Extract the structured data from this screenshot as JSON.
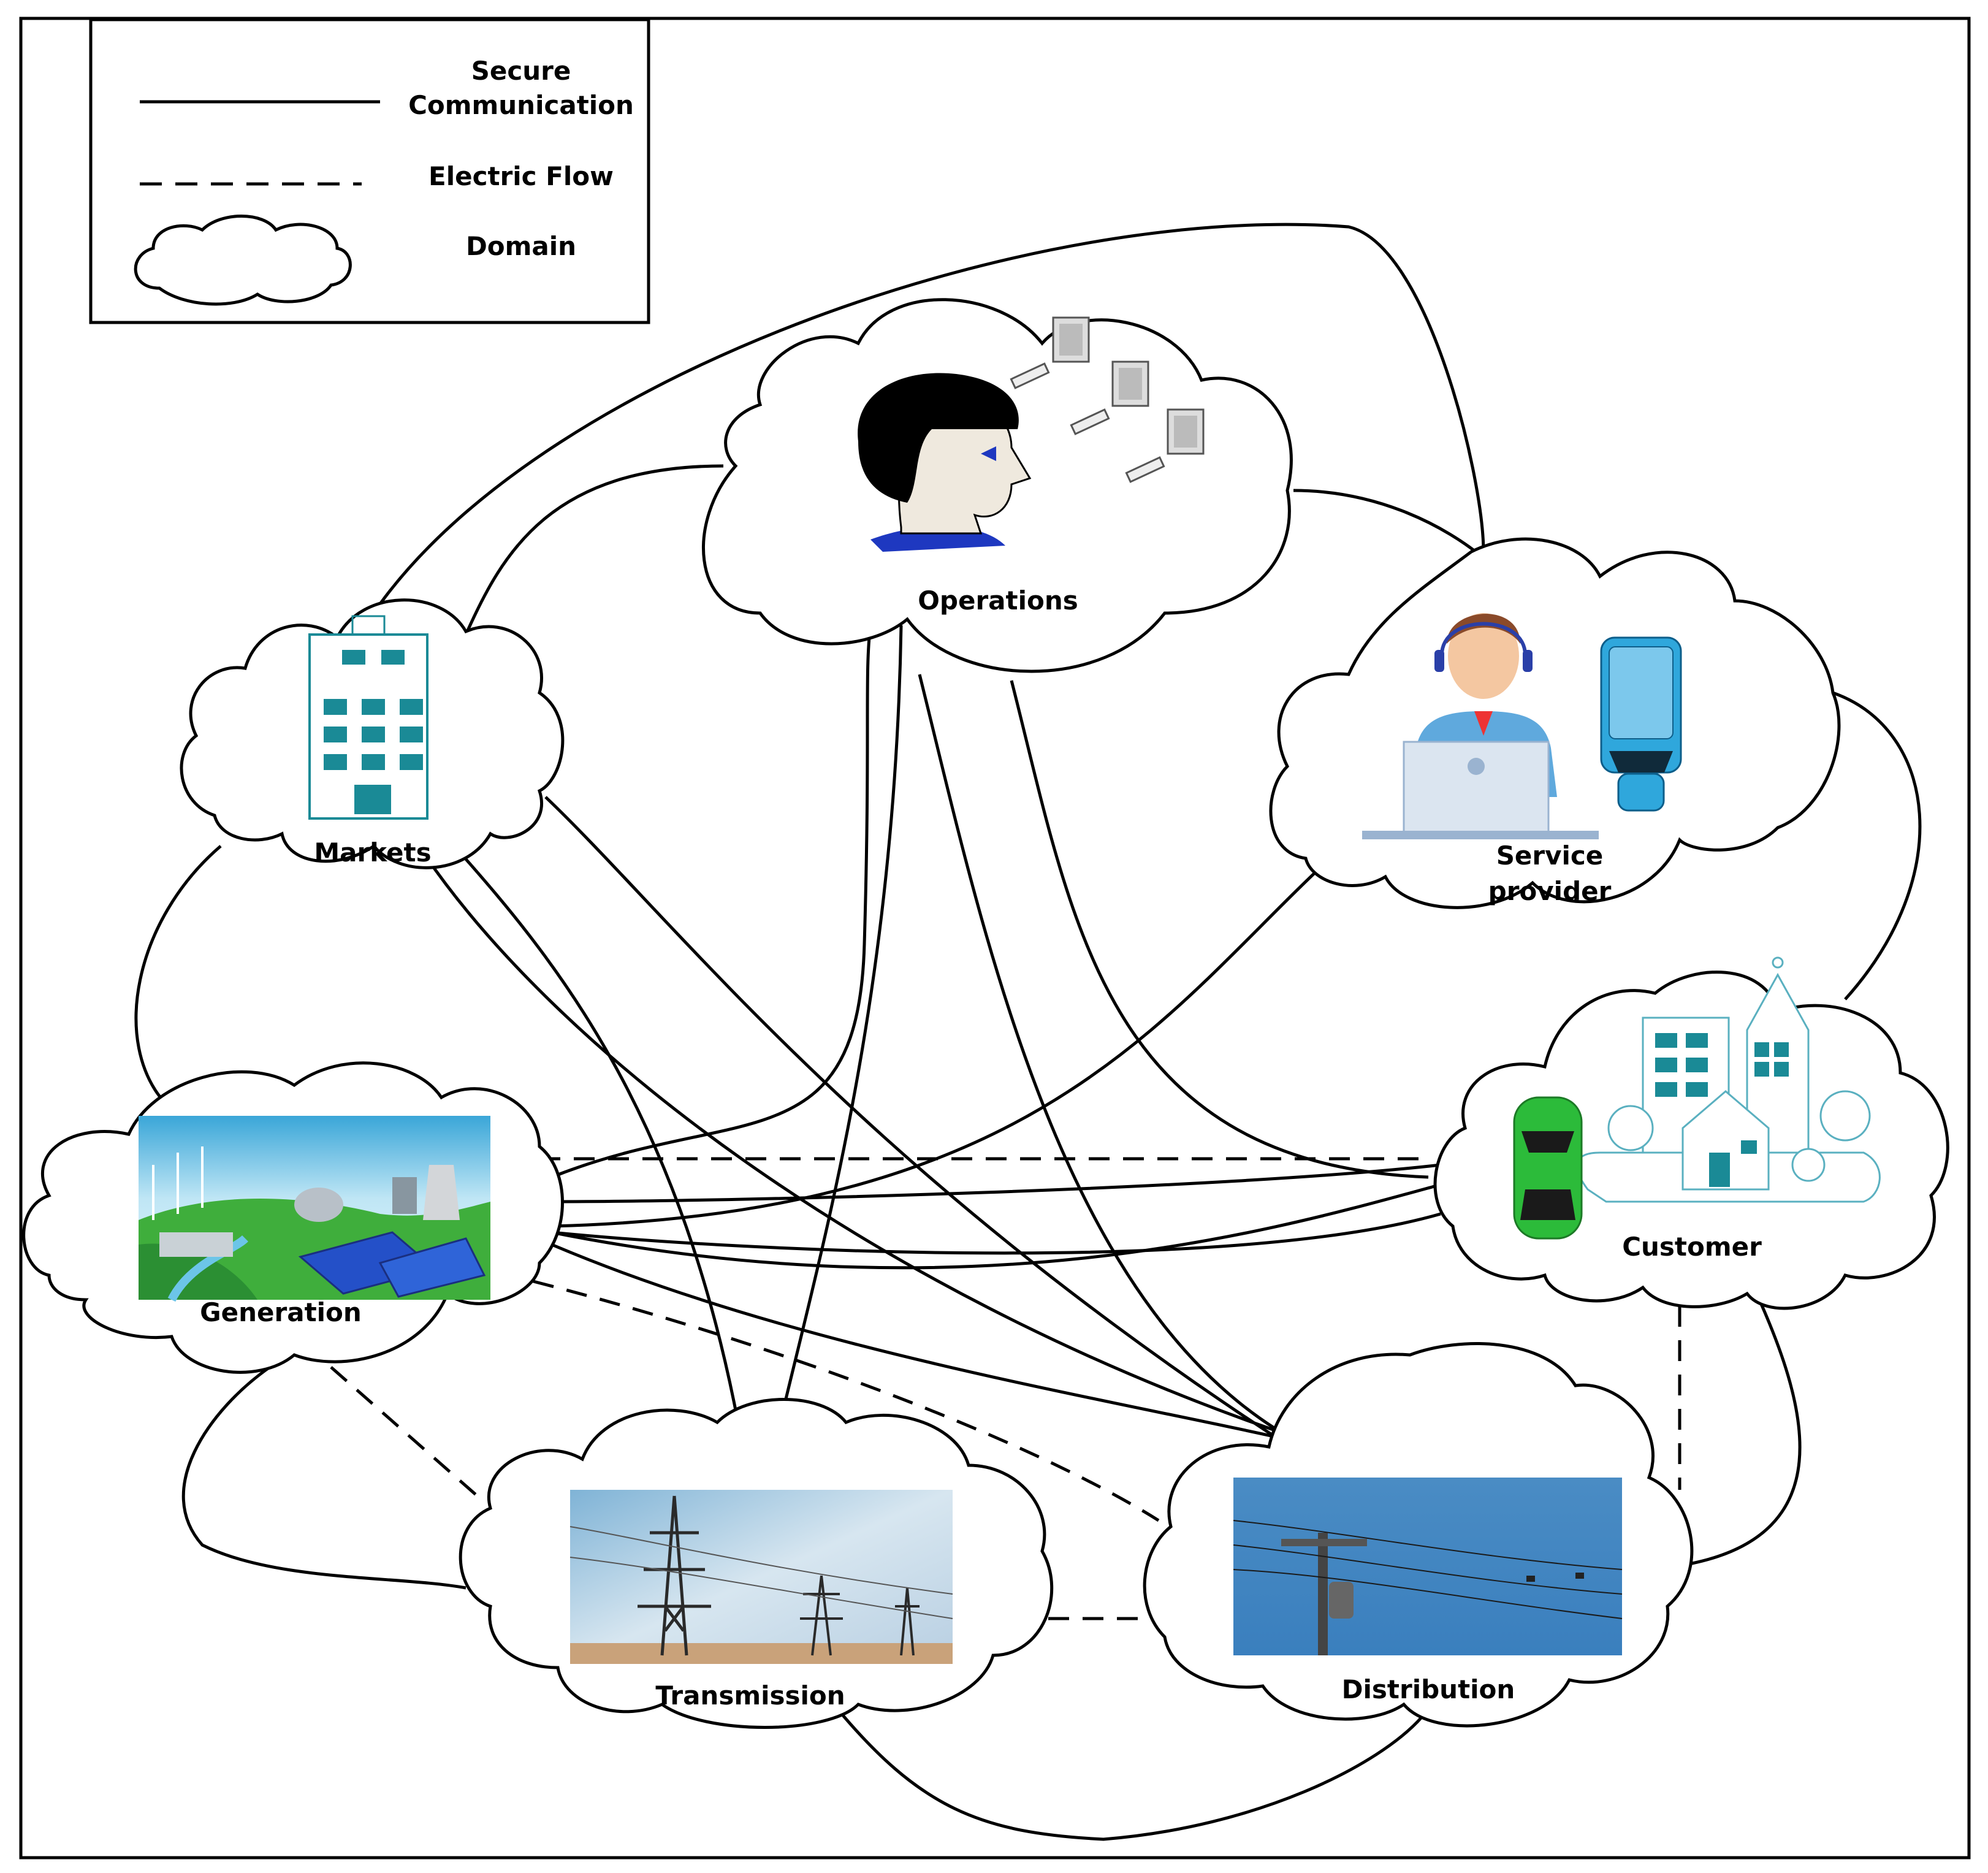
{
  "legend": {
    "secure_line1": "Secure",
    "secure_line2": "Communication",
    "electric_flow": "Electric Flow",
    "domain": "Domain"
  },
  "domains": {
    "operations": "Operations",
    "markets": "Markets",
    "service_line1": "Service",
    "service_line2": "provider",
    "customer": "Customer",
    "generation": "Generation",
    "transmission": "Transmission",
    "distribution": "Distribution"
  },
  "colors": {
    "teal": "#1a8a96",
    "sky": "#5fa9dd",
    "navy": "#2a3fa8"
  }
}
